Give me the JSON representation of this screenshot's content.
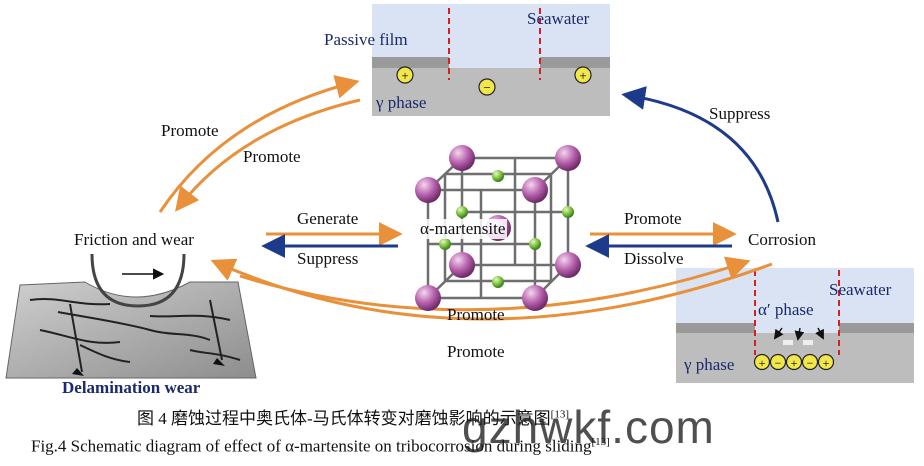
{
  "top_panel": {
    "passive_film": "Passive film",
    "seawater": "Seawater",
    "gamma_phase": "γ phase",
    "charges": [
      "+",
      "−",
      "+"
    ]
  },
  "corrosion_panel": {
    "seawater": "Seawater",
    "alpha_phase": "α′ phase",
    "gamma_phase": "γ phase",
    "charges": [
      "+",
      "−",
      "+",
      "−",
      "+"
    ]
  },
  "labels": {
    "promote_upper_1": "Promote",
    "promote_upper_2": "Promote",
    "suppress_right": "Suppress",
    "friction_and_wear": "Friction and wear",
    "generate": "Generate",
    "suppress_left": "Suppress",
    "alpha_martensite": "α-martensite",
    "promote_mid_right": "Promote",
    "dissolve": "Dissolve",
    "corrosion": "Corrosion",
    "promote_lower_1": "Promote",
    "promote_lower_2": "Promote",
    "delamination_wear": "Delamination wear"
  },
  "caption": {
    "chinese": "图 4    磨蚀过程中奥氏体-马氏体转变对磨蚀影响的示意图",
    "chinese_ref": "[13]",
    "english": "Fig.4 Schematic diagram of effect of α-martensite on tribocorrosion during sliding",
    "english_ref": "[13]"
  },
  "watermark": "gzhwkf.com",
  "colors": {
    "orange_arrow": "#e8903a",
    "navy_arrow": "#1e3a8a",
    "seawater_blue": "#d9e3f4",
    "film_gray": "#9a9a9a",
    "charge_yellow": "#f1e64a",
    "dashed_red": "#d42020",
    "atom_purple": "#b05ea8",
    "atom_green": "#78c23c"
  }
}
